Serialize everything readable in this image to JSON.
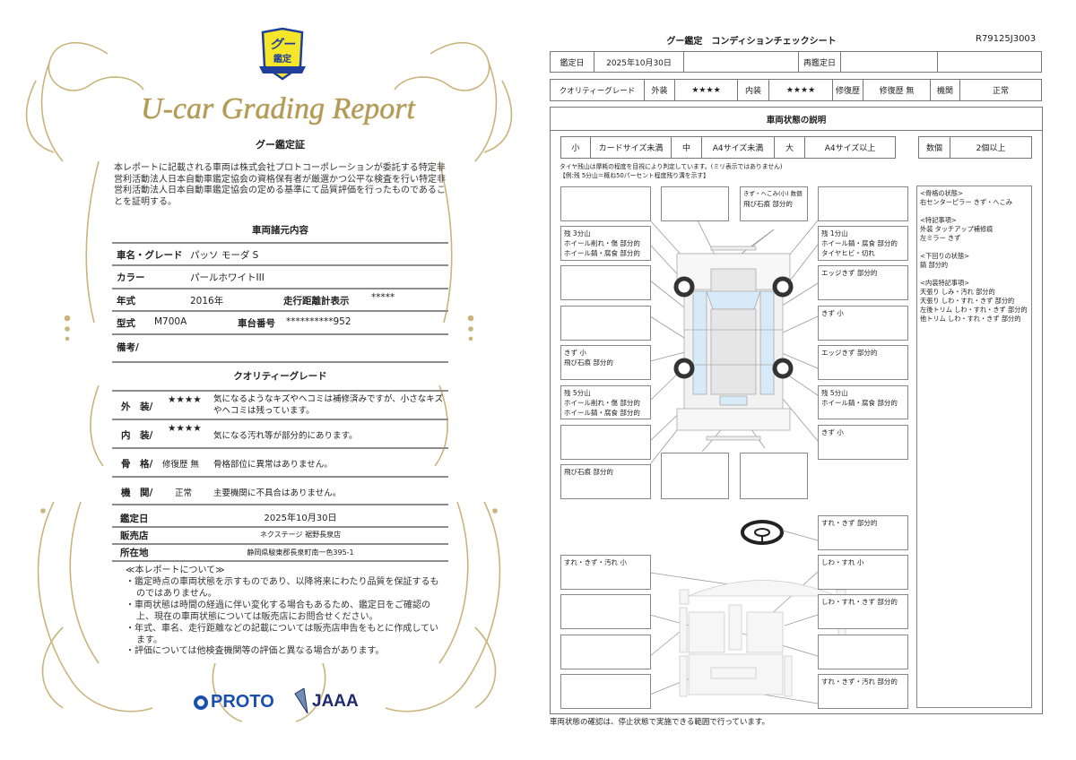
{
  "left": {
    "logo": {
      "text": "グー鑑定",
      "colors": {
        "fill": "#f5e62a",
        "border": "#1f3f9a"
      }
    },
    "title": "U-car Grading Report",
    "cert_title": "グー鑑定証",
    "cert_text": "本レポートに記載される車両は株式会社プロトコーポレーションが委託する特定非営利活動法人日本自動車鑑定協会の資格保有者が厳選かつ公平な検査を行い特定非営利活動法人日本自動車鑑定協会の定める基準にて品質評価を行ったものであることを証明する。",
    "spec_title": "車両諸元内容",
    "specs": {
      "name_label": "車名・グレード",
      "name": "パッソ モーダ S",
      "color_label": "カラー",
      "color": "パールホワイトIII",
      "year_label": "年式",
      "year": "2016年",
      "odometer_label": "走行距離計表示",
      "odometer": "*****",
      "model_label": "型式",
      "model": "M700A",
      "chassis_label": "車台番号",
      "chassis": "**********952",
      "remarks_label": "備考/"
    },
    "grade_title": "クオリティーグレード",
    "grades": [
      {
        "label": "外　装/",
        "rating": "★★★★",
        "desc": "気になるようなキズやヘコミは補修済みですが、小さなキズやヘコミは残っています。"
      },
      {
        "label": "内　装/",
        "rating": "★★★★",
        "desc": "気になる汚れ等が部分的にあります。"
      },
      {
        "label": "骨　格/",
        "rating": "修復歴 無",
        "desc": "骨格部位に異常はありません。"
      },
      {
        "label": "機　関/",
        "rating": "正常",
        "desc": "主要機関に不具合はありません。"
      }
    ],
    "appraisal": {
      "date_label": "鑑定日",
      "date": "2025年10月30日",
      "shop_label": "販売店",
      "shop": "ネクステージ 裾野長泉店",
      "address_label": "所在地",
      "address": "静岡県駿東郡長泉町南一色395-1"
    },
    "notes_title": "≪本レポートについて≫",
    "notes": [
      "・鑑定時点の車両状態を示すものであり、以降将来にわたり品質を保証するものではありません。",
      "・車両状態は時間の経過に伴い変化する場合もあるため、鑑定日をご確認の上、現在の車両状態については販売店にお問合せください。",
      "・年式、車名、走行距離などの記載については販売店申告をもとに作成しています。",
      "・評価については他検査機関等の評価と異なる場合があります。"
    ],
    "logos": {
      "proto": "PROTO",
      "jaaa": "JAAA",
      "proto_color": "#1a4fb0",
      "jaaa_color": "#1e2a6b"
    },
    "frame_color": "#c9b47c"
  },
  "right": {
    "title": "グー鑑定　コンディションチェックシート",
    "report_id": "R79125J3003",
    "row1": {
      "date_label": "鑑定日",
      "date": "2025年10月30日",
      "blank1": "",
      "reappraisal_label": "再鑑定日",
      "reappraisal": "",
      "blank2": ""
    },
    "row2": {
      "grade_label": "クオリティーグレード",
      "exterior_label": "外装",
      "exterior": "★★★★",
      "interior_label": "内装",
      "interior": "★★★★",
      "repair_label": "修復歴",
      "repair": "修復歴 無",
      "engine_label": "機関",
      "engine": "正常"
    },
    "section_title": "車両状態の説明",
    "legend": {
      "s": "小",
      "s_desc": "カードサイズ未満",
      "m": "中",
      "m_desc": "A4サイズ未満",
      "l": "大",
      "l_desc": "A4サイズ以上",
      "few": "数個",
      "few_desc": "2個以上"
    },
    "tire_note1": "タイヤ残山は摩耗の程度を目視により判定しています。(ミリ表示ではありません)",
    "tire_note2": "【例:残 5分山＝概ね50パーセント程度残り溝を示す】",
    "exterior_left": [
      "",
      "残 3分山\nホイール削れ・傷 部分的\nホイール錆・腐食 部分的",
      "",
      "",
      "きず 小\n飛び石痕 部分的",
      "残 5分山\nホイール削れ・傷 部分的\nホイール錆・腐食 部分的",
      "",
      "飛び石痕 部分的"
    ],
    "exterior_top": [
      "",
      "きず・へこみ(小) 数個\n飛び石痕 部分的"
    ],
    "exterior_right": [
      "",
      "残 1分山\nホイール錆・腐食 部分的\nタイヤヒビ・切れ",
      "エッジきず 部分的",
      "きず 小",
      "エッジきず 部分的",
      "残 5分山\nホイール錆・腐食 部分的",
      "きず 小"
    ],
    "exterior_bottom": [
      "",
      ""
    ],
    "remarks": "<骨格の状態>\n右センターピラー きず・へこみ\n\n<特記事項>\n外装 タッチアップ補修痕\n左ミラー きず\n\n<下回りの状態>\n錆 部分的\n\n<内装特記事項>\n天張り しみ・汚れ 部分的\n天張り しわ・すれ・きず 部分的\n左後トリム しわ・すれ・きず 部分的\n他トリム しわ・すれ・きず 部分的",
    "interior_right": [
      "すれ・きず 部分的",
      "しわ・すれ 小",
      "しわ・すれ・きず 部分的",
      "",
      "すれ・きず・汚れ 部分的"
    ],
    "interior_left": [
      "すれ・きず・汚れ 小",
      "",
      "",
      ""
    ],
    "footer": "車両状態の確認は、停止状態で実施できる範囲で行っています。",
    "glass_color": "#d6eaf8"
  }
}
